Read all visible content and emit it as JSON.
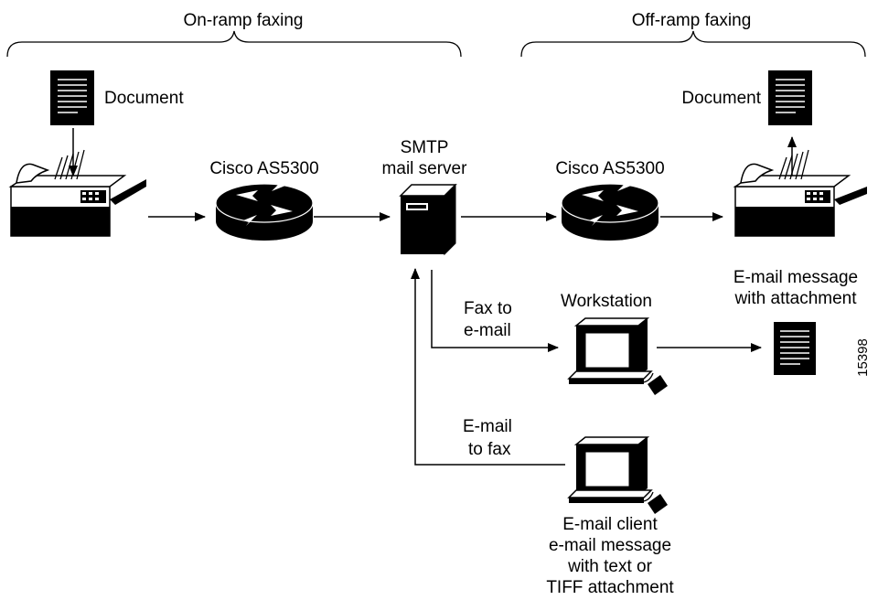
{
  "groups": {
    "onramp": "On-ramp faxing",
    "offramp": "Off-ramp faxing"
  },
  "nodes": {
    "doc_left": "Document",
    "doc_right": "Document",
    "router_left": "Cisco AS5300",
    "router_right": "Cisco AS5300",
    "server_line1": "SMTP",
    "server_line2": "mail server",
    "workstation": "Workstation",
    "email_msg_line1": "E-mail message",
    "email_msg_line2": "with attachment",
    "client_line1": "E-mail client",
    "client_line2": "e-mail message",
    "client_line3": "with text or",
    "client_line4": "TIFF attachment"
  },
  "edges": {
    "fax_to_email_line1": "Fax to",
    "fax_to_email_line2": "e-mail",
    "email_to_fax_line1": "E-mail",
    "email_to_fax_line2": "to fax"
  },
  "figure_id": "15398",
  "colors": {
    "ink": "#000000",
    "paper": "#ffffff"
  },
  "icons": [
    "document-icon",
    "fax-machine-icon",
    "router-icon",
    "server-icon",
    "workstation-icon"
  ]
}
